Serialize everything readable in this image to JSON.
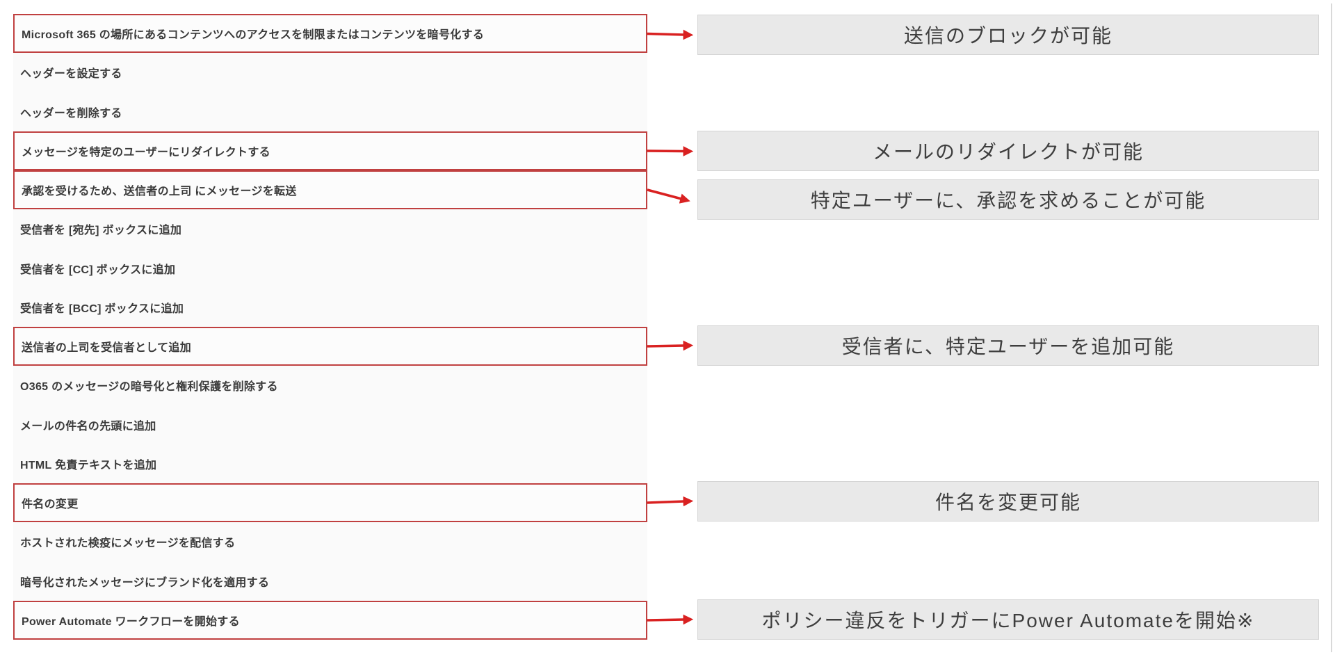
{
  "colors": {
    "highlight_box_border": "#c04040",
    "arrow": "#d92121",
    "callout_bg": "#e9e9e9",
    "callout_border": "#d4d4d4",
    "list_bg": "#fafafa",
    "list_text": "#3a3a3a",
    "callout_text": "#3e3e3e"
  },
  "list": {
    "items": [
      {
        "label": "Microsoft 365 の場所にあるコンテンツへのアクセスを制限またはコンテンツを暗号化する",
        "highlighted": true
      },
      {
        "label": "ヘッダーを設定する",
        "highlighted": false
      },
      {
        "label": "ヘッダーを削除する",
        "highlighted": false
      },
      {
        "label": "メッセージを特定のユーザーにリダイレクトする",
        "highlighted": true
      },
      {
        "label": "承認を受けるため、送信者の上司 にメッセージを転送",
        "highlighted": true
      },
      {
        "label": "受信者を [宛先] ボックスに追加",
        "highlighted": false
      },
      {
        "label": "受信者を [CC] ボックスに追加",
        "highlighted": false
      },
      {
        "label": "受信者を [BCC] ボックスに追加",
        "highlighted": false
      },
      {
        "label": "送信者の上司を受信者として追加",
        "highlighted": true
      },
      {
        "label": "O365 のメッセージの暗号化と権利保護を削除する",
        "highlighted": false
      },
      {
        "label": "メールの件名の先頭に追加",
        "highlighted": false
      },
      {
        "label": "HTML 免責テキストを追加",
        "highlighted": false
      },
      {
        "label": "件名の変更",
        "highlighted": true
      },
      {
        "label": "ホストされた検疫にメッセージを配信する",
        "highlighted": false
      },
      {
        "label": "暗号化されたメッセージにブランド化を適用する",
        "highlighted": false
      },
      {
        "label": "Power Automate ワークフローを開始する",
        "highlighted": true
      }
    ]
  },
  "callouts": [
    {
      "label": "送信のブロックが可能"
    },
    {
      "label": "メールのリダイレクトが可能"
    },
    {
      "label": "特定ユーザーに、承認を求めることが可能"
    },
    {
      "label": "受信者に、特定ユーザーを追加可能"
    },
    {
      "label": "件名を変更可能"
    },
    {
      "label": "ポリシー違反をトリガーにPower Automateを開始※"
    }
  ],
  "connections": [
    {
      "from_item": 0,
      "to_callout": 0
    },
    {
      "from_item": 3,
      "to_callout": 1
    },
    {
      "from_item": 4,
      "to_callout": 2
    },
    {
      "from_item": 8,
      "to_callout": 3
    },
    {
      "from_item": 12,
      "to_callout": 4
    },
    {
      "from_item": 15,
      "to_callout": 5
    }
  ]
}
